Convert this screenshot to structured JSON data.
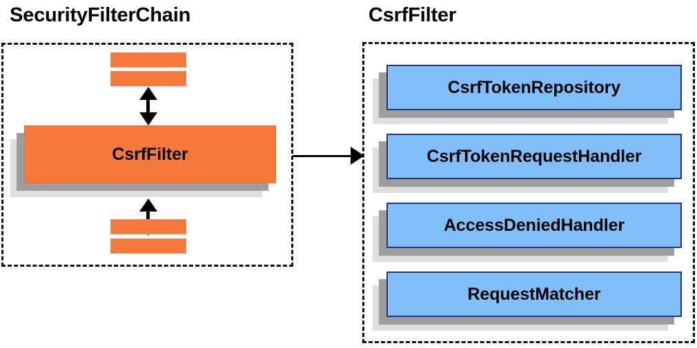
{
  "diagram": {
    "type": "component-relationship-diagram",
    "background_color": "#FFFFFF",
    "palette": {
      "orange_fill": "#F5793B",
      "blue_fill": "#82BFF9",
      "blue_border": "#23357E",
      "shadow_near": "#9E9E9E",
      "shadow_far": "#DEDEDE",
      "outline": "#111111"
    }
  },
  "panels": [
    {
      "id": "security-filter-chain",
      "title": "SecurityFilterChain",
      "style": "dashed-container",
      "nodes": [
        {
          "id": "filter-above-2",
          "label": "",
          "shape": "bar",
          "color": "#F5793B"
        },
        {
          "id": "filter-above-1",
          "label": "",
          "shape": "bar",
          "color": "#F5793B"
        },
        {
          "id": "csrf-filter",
          "label": "CsrfFilter",
          "shape": "box-shadowed",
          "color": "#F5793B"
        },
        {
          "id": "filter-below-1",
          "label": "",
          "shape": "bar",
          "color": "#F5793B"
        },
        {
          "id": "filter-below-2",
          "label": "",
          "shape": "bar",
          "color": "#F5793B"
        }
      ]
    },
    {
      "id": "csrf-filter-detail",
      "title": "CsrfFilter",
      "style": "dashed-container",
      "nodes": [
        {
          "id": "csrf-token-repository",
          "label": "CsrfTokenRepository",
          "shape": "box-shadowed",
          "color": "#82BFF9"
        },
        {
          "id": "csrf-token-request-handler",
          "label": "CsrfTokenRequestHandler",
          "shape": "box-shadowed",
          "color": "#82BFF9"
        },
        {
          "id": "access-denied-handler",
          "label": "AccessDeniedHandler",
          "shape": "box-shadowed",
          "color": "#82BFF9"
        },
        {
          "id": "request-matcher",
          "label": "RequestMatcher",
          "shape": "box-shadowed",
          "color": "#82BFF9"
        }
      ]
    }
  ],
  "connectors": [
    {
      "id": "chain-above-link",
      "from": "filter-above-1",
      "to": "csrf-filter",
      "style": "double-arrow-vertical"
    },
    {
      "id": "chain-below-link",
      "from": "csrf-filter",
      "to": "filter-below-1",
      "style": "double-arrow-vertical"
    },
    {
      "id": "expand-link",
      "from": "security-filter-chain",
      "to": "csrf-filter-detail",
      "style": "single-arrow-right"
    }
  ]
}
